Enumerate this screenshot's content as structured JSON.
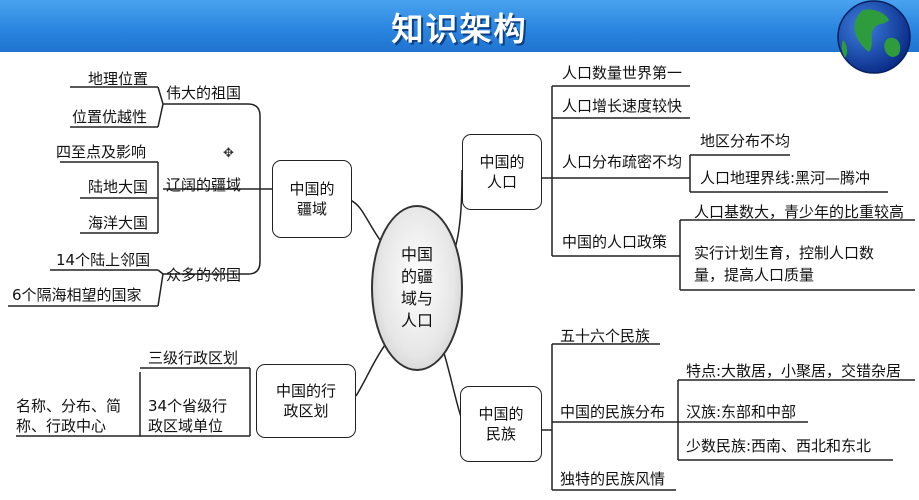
{
  "title": "知识架构",
  "center": "中国\n的疆\n域与\n人口",
  "territory": {
    "label": "中国的\n疆域",
    "great": {
      "label": "伟大的祖国",
      "items": [
        "地理位置",
        "位置优越性"
      ]
    },
    "vast": {
      "label": "辽阔的疆域",
      "items": [
        "四至点及影响",
        "陆地大国",
        "海洋大国"
      ]
    },
    "neighbors": {
      "label": "众多的邻国",
      "items": [
        "14个陆上邻国",
        "6个隔海相望的国家"
      ]
    }
  },
  "admin": {
    "label": "中国的行\n政区划",
    "levels": "三级行政区划",
    "provinces": "34个省级行\n政区域单位",
    "provinces_detail": "名称、分布、简\n称、行政中心"
  },
  "population": {
    "label": "中国的\n人口",
    "first": "人口数量世界第一",
    "growth": "人口增长速度较快",
    "distribution": {
      "label": "人口分布疏密不均",
      "items": [
        "地区分布不均",
        "人口地理界线:黑河—腾冲"
      ]
    },
    "policy": {
      "label": "中国的人口政策",
      "items": [
        "人口基数大，青少年的比重较高",
        "实行计划生育，控制人口数\n量，提高人口质量"
      ]
    }
  },
  "ethnic": {
    "label": "中国的\n民族",
    "fiftysix": "五十六个民族",
    "distribution": {
      "label": "中国的民族分布",
      "items": [
        "特点:大散居，小聚居，交错杂居",
        "汉族:东部和中部",
        "少数民族:西南、西北和东北"
      ]
    },
    "customs": "独特的民族风情"
  },
  "colors": {
    "header": "#2a86e0",
    "title": "#ffffff",
    "title_shadow": "#0b3f86",
    "line": "#222222"
  }
}
